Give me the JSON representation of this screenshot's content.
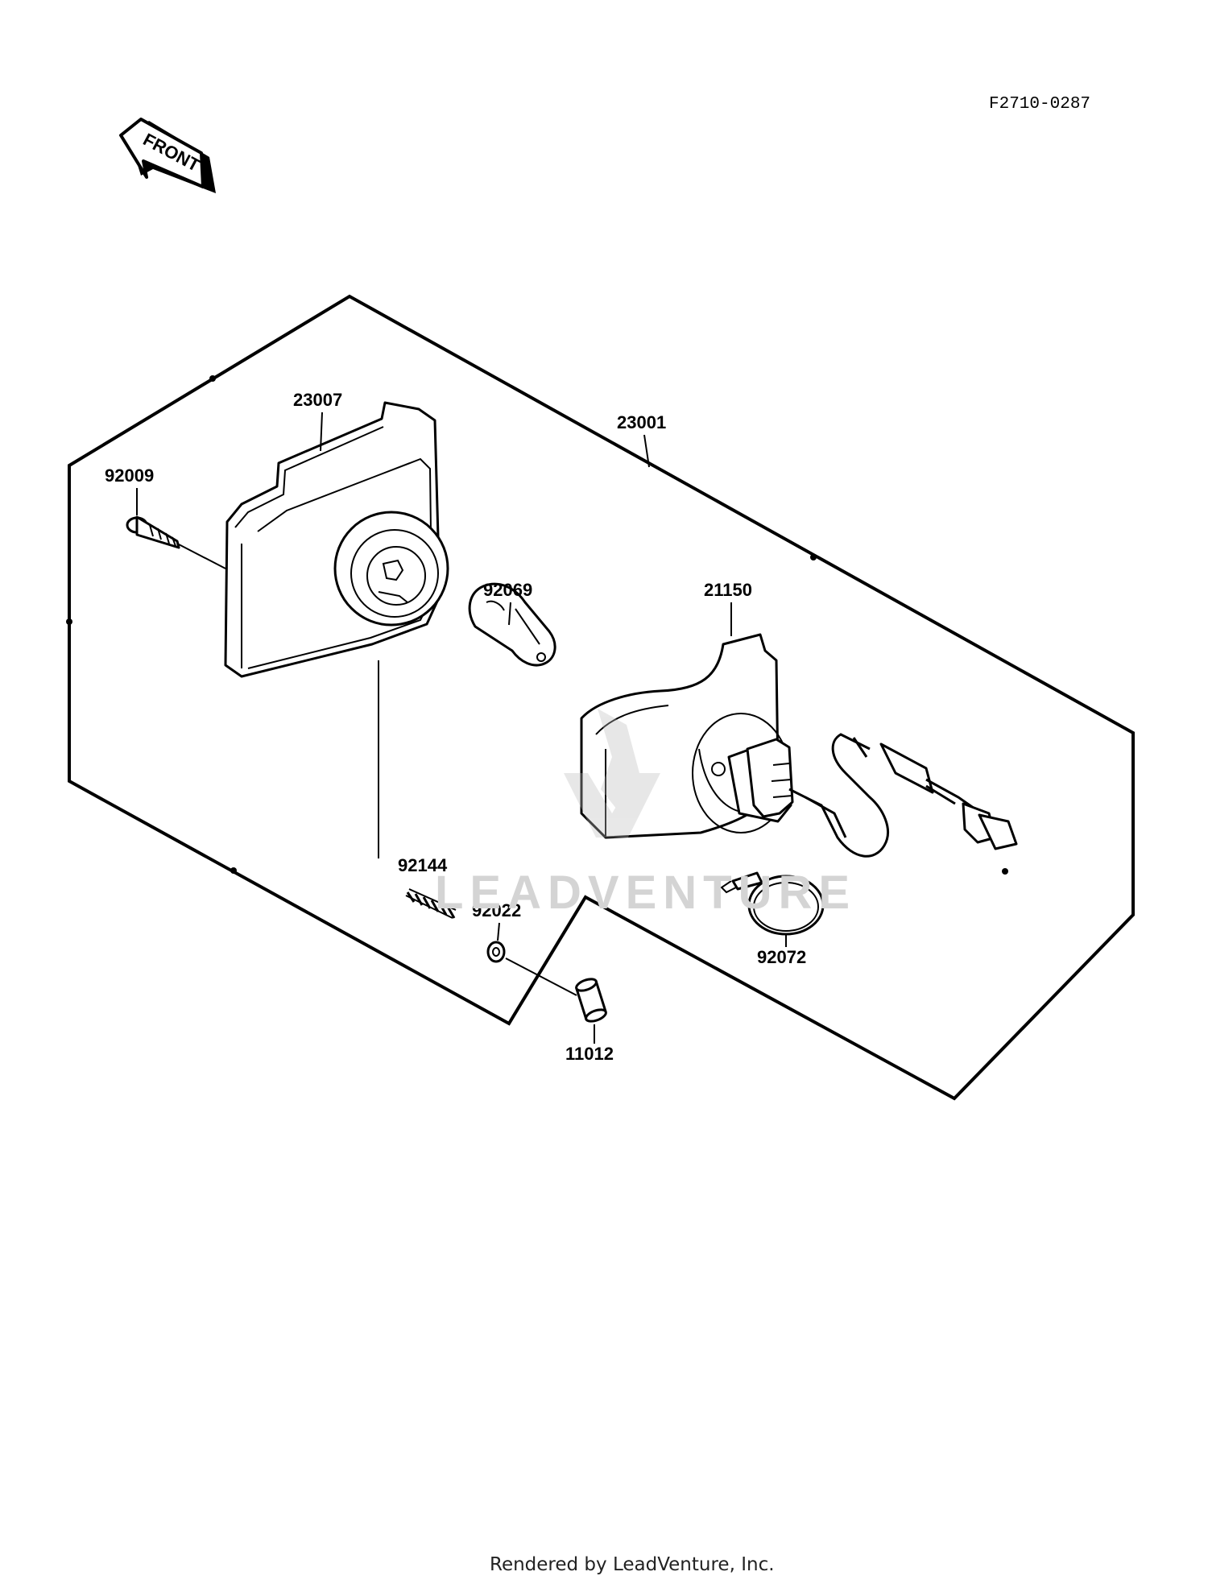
{
  "diagram": {
    "code": "F2710-0287",
    "front_label": "FRONT",
    "watermark": "LEADVENTURE",
    "footer": "Rendered by LeadVenture, Inc.",
    "parts": [
      {
        "id": "23007",
        "label": "23007"
      },
      {
        "id": "23001",
        "label": "23001"
      },
      {
        "id": "92009",
        "label": "92009"
      },
      {
        "id": "92069",
        "label": "92069"
      },
      {
        "id": "21150",
        "label": "21150"
      },
      {
        "id": "92144",
        "label": "92144"
      },
      {
        "id": "92022",
        "label": "92022"
      },
      {
        "id": "92072",
        "label": "92072"
      },
      {
        "id": "11012",
        "label": "11012"
      }
    ]
  }
}
